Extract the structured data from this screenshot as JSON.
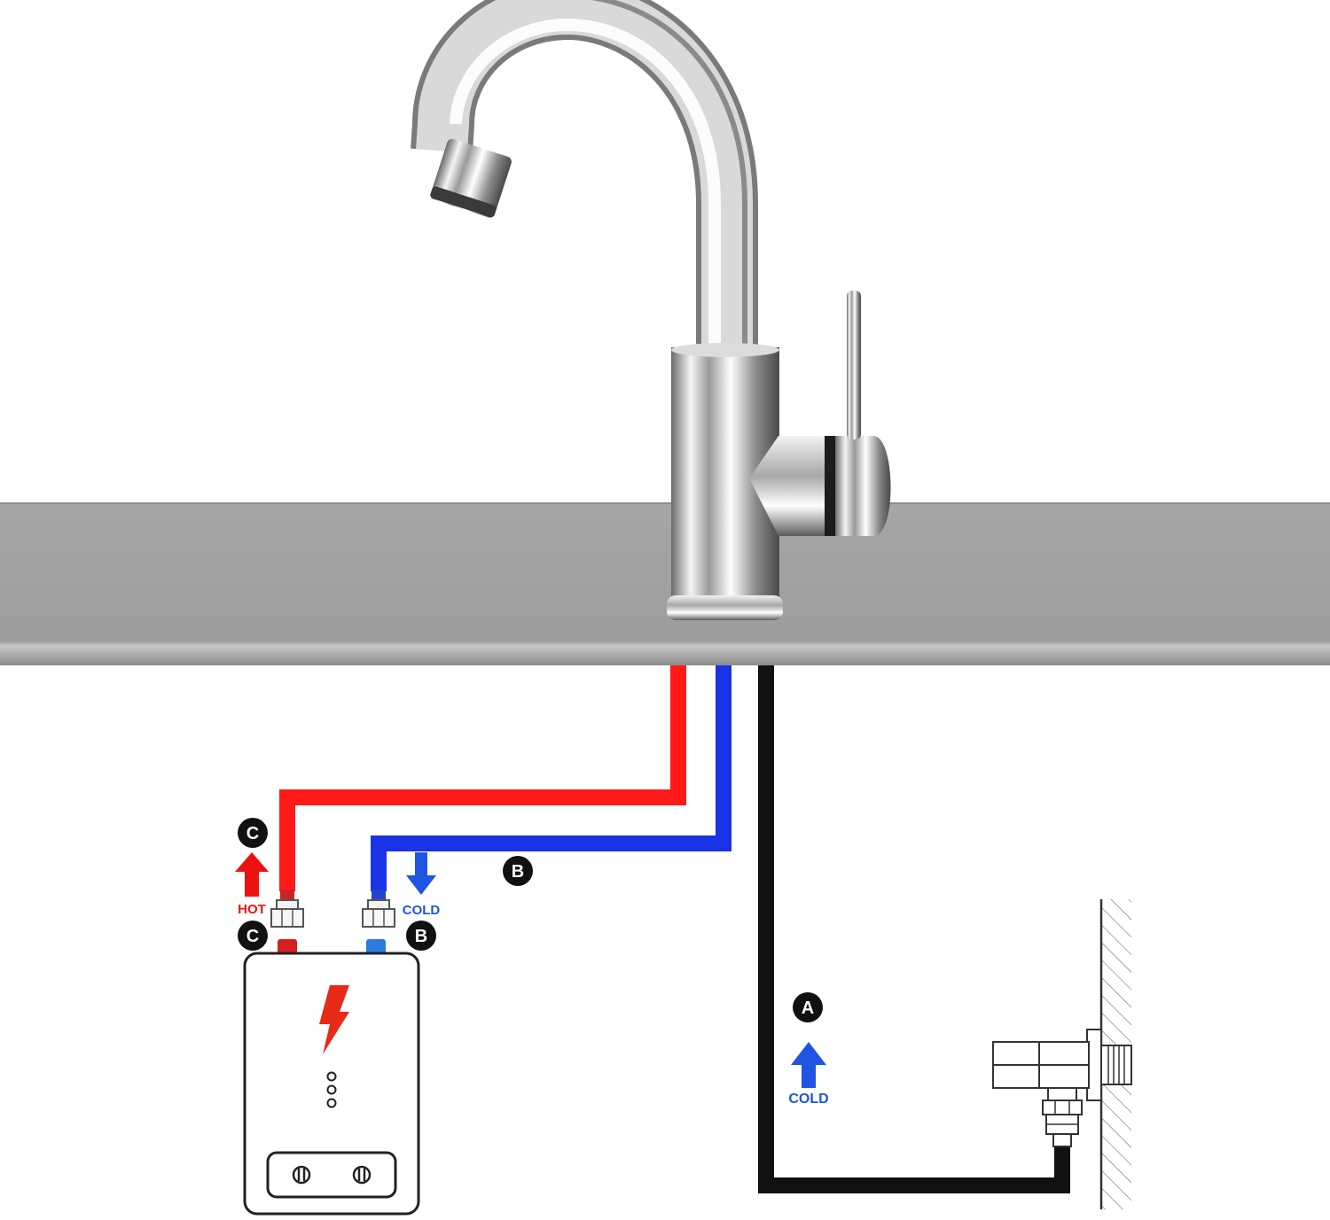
{
  "labels": {
    "badge_a": "A",
    "badge_b": "B",
    "badge_c": "C",
    "hot": "HOT",
    "cold": "COLD"
  },
  "colors": {
    "hot_line": "#ff1a1a",
    "cold_line": "#1a33e6",
    "supply_line": "#111111",
    "counter": "#a3a3a3",
    "hot_arrow": "#ee1111",
    "cold_arrow": "#1f55e0",
    "bolt": "#e82a18"
  },
  "icons": {
    "faucet": "chrome-faucet-icon",
    "heater_bolt": "lightning-bolt-icon",
    "angle_valve": "angle-valve-icon"
  }
}
